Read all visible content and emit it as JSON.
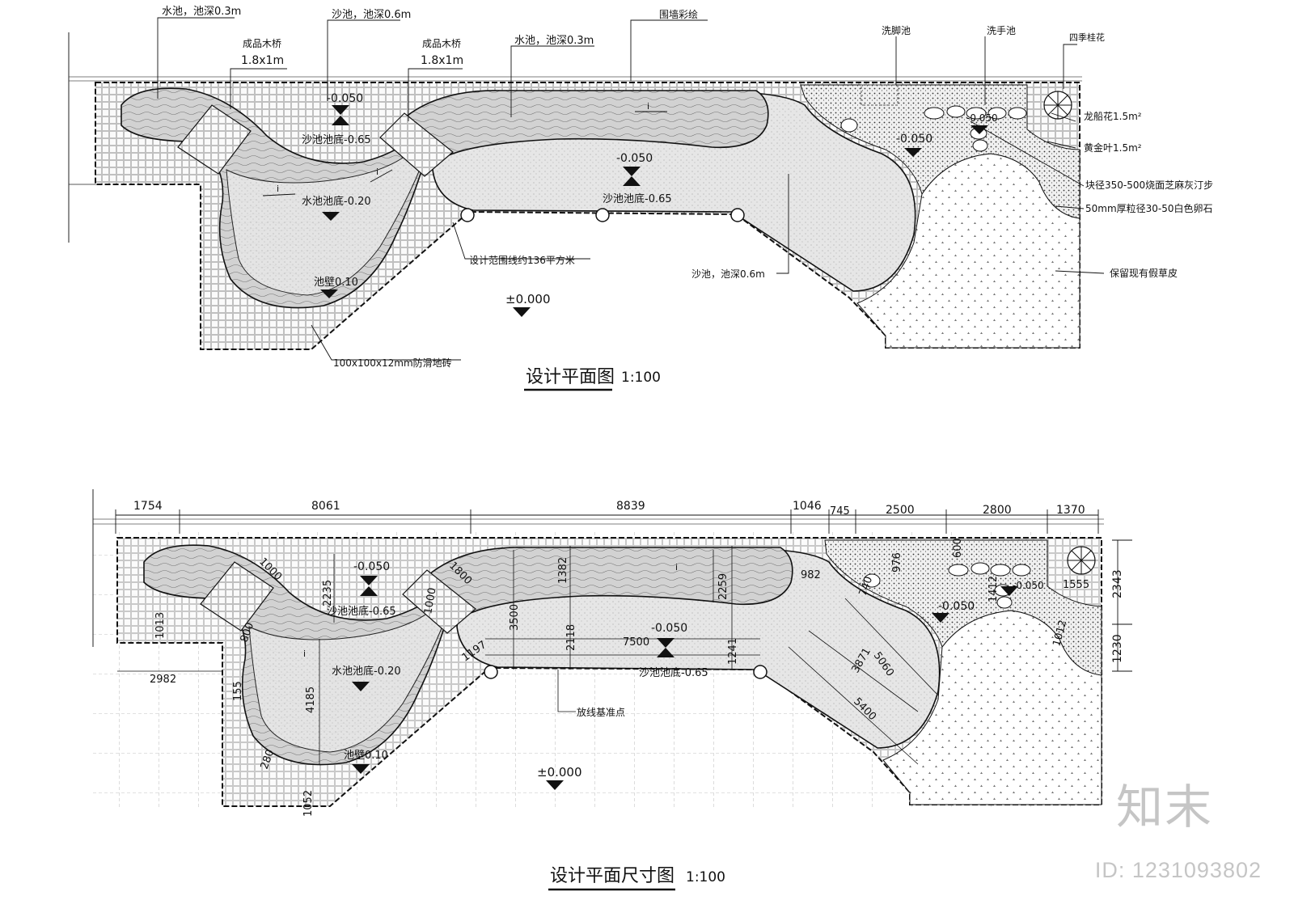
{
  "colors": {
    "line": "#111111",
    "pool": "#cfcfcf",
    "sand": "#e4e4e4",
    "tile": "#f4f4f4",
    "watermark": "#9a9a9a"
  },
  "plan": {
    "title": "设计平面图",
    "scale": "1:100",
    "labels": {
      "water_pool_1": "水池，池深0.3m",
      "sand_pool_1": "沙池，池深0.6m",
      "bridge_1": "成品木桥",
      "bridge_1_size": "1.8x1m",
      "bridge_2": "成品木桥",
      "bridge_2_size": "1.8x1m",
      "water_pool_2": "水池，池深0.3m",
      "wall_paint": "围墙彩绘",
      "foot_wash": "洗脚池",
      "hand_wash": "洗手池",
      "osmanthus": "四季桂花",
      "plant_1": "龙船花1.5m²",
      "plant_2": "黄金叶1.5m²",
      "stepping": "块径350-500烧面芝麻灰汀步",
      "pebble": "50mm厚粒径30-50白色卵石",
      "grass": "保留现有假草皮",
      "design_area": "设计范围线约136平方米",
      "sand_pool_2": "沙池，池深0.6m",
      "tile": "100x100x12mm防滑地砖",
      "elev_1": "-0.050",
      "elev_1b": "沙池池底-0.65",
      "elev_2": "-0.050",
      "elev_2b": "沙池池底-0.65",
      "water_bottom": "水池池底-0.20",
      "wall": "池壁0.10",
      "elev_3": "-0.050",
      "elev_4": "-0.050",
      "ground": "±0.000",
      "slope": "i"
    }
  },
  "dim_plan": {
    "title": "设计平面尺寸图",
    "scale": "1:100",
    "top_dims": [
      "1754",
      "8061",
      "8839",
      "1046",
      "745",
      "2500",
      "2800",
      "1370"
    ],
    "inner_dims": {
      "d1000a": "1000",
      "d1800": "1800",
      "d2235": "2235",
      "d1000b": "1000",
      "d1382": "1382",
      "d2259": "2259",
      "d982": "982",
      "d976": "976",
      "d600": "600",
      "d740": "740",
      "d1412": "1412",
      "d1555": "1555",
      "d3500": "3500",
      "d2118": "2118",
      "d7500": "7500",
      "d1241": "1241",
      "d1197": "1197",
      "d5060": "5060",
      "d3871": "3871",
      "d5400": "5400",
      "d1012": "1012",
      "d1013": "1013",
      "d800": "800",
      "d2982": "2982",
      "d155": "155",
      "d4185": "4185",
      "d280": "280",
      "d1052": "1052",
      "r2343": "2343",
      "r1230": "1230"
    },
    "labels": {
      "elev_1": "-0.050",
      "elev_1b": "沙池池底-0.65",
      "elev_2": "-0.050",
      "elev_2b": "沙池池底-0.65",
      "water_bottom": "水池池底-0.20",
      "wall": "池壁0.10",
      "elev_3": "-0.050",
      "elev_4": "-0.050",
      "ground": "±0.000",
      "baseline": "放线基准点",
      "slope": "i"
    }
  },
  "watermark": {
    "logo": "知末",
    "id": "ID: 1231093802"
  }
}
